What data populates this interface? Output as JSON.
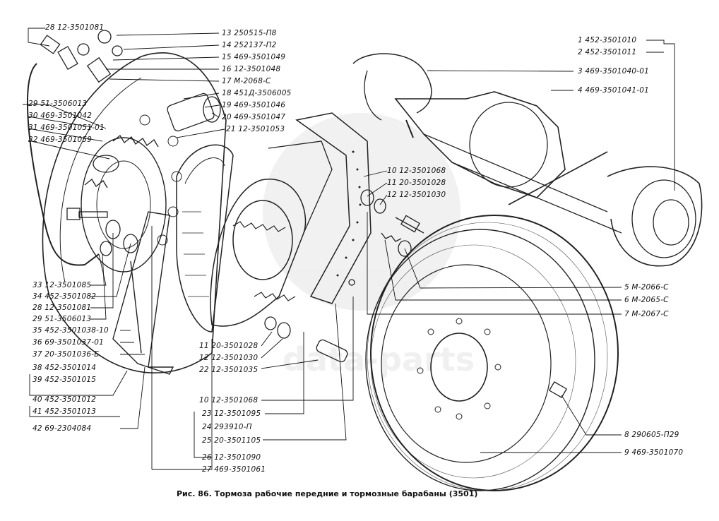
{
  "caption": "Рис. 86. Тормоза рабочие передние и тормозные барабаны (3501)",
  "watermark": "data-parts",
  "labels": {
    "L28": "28 12-3501081",
    "L13": "13   250515-П8",
    "L14": "14   252137-П2",
    "L15": "15   469-3501049",
    "L16": "16   12-3501048",
    "L17": "17   М-2068-С",
    "L18": "18   451Д-3506005",
    "L19": "19   469-3501046",
    "L20": "20   469-3501047",
    "L21": "21  12-3501053",
    "L29": "29   51-3506013",
    "L30": "30   469-3501042",
    "L31": "31   469-3501051-01",
    "L32": "32   469-3501059",
    "L10a": "10  12-3501068",
    "L11a": "11  20-3501028",
    "L12a": "12  12-3501030",
    "L1": "1   452-3501010",
    "L2": "2   452-3501011",
    "L3": "3   469-3501040-01",
    "L4": "4   469-3501041-01",
    "L5": "5   М-2066-С",
    "L6": "6   М-2065-С",
    "L7": "7   М-2067-С",
    "L33": "33   12-3501085",
    "L34": "34   452-3501082",
    "L28b": "28   12-3501081",
    "L29b": "29   51-3506013",
    "L35": "35  452-3501038-10",
    "L36": "36   69-3501037-01",
    "L37": "37   20-3501036-Б",
    "L38": "38   452-3501014",
    "L39": "39   452-3501015",
    "L40": "40   452-3501012",
    "L41": "41   452-3501013",
    "L42": "42   69-2304084",
    "L11b": "11   20-3501028",
    "L12b": "12   12-3501030",
    "L22": "22   12-3501035",
    "L10b": "10   12-3501068",
    "L23": "23   12-3501095",
    "L24": "24   293910-П",
    "L25": "25   20-3501105",
    "L26": "26  12-3501090",
    "L27": "27   469-3501061",
    "L8": "8   290605-П29",
    "L9": "9   469-3501070"
  }
}
